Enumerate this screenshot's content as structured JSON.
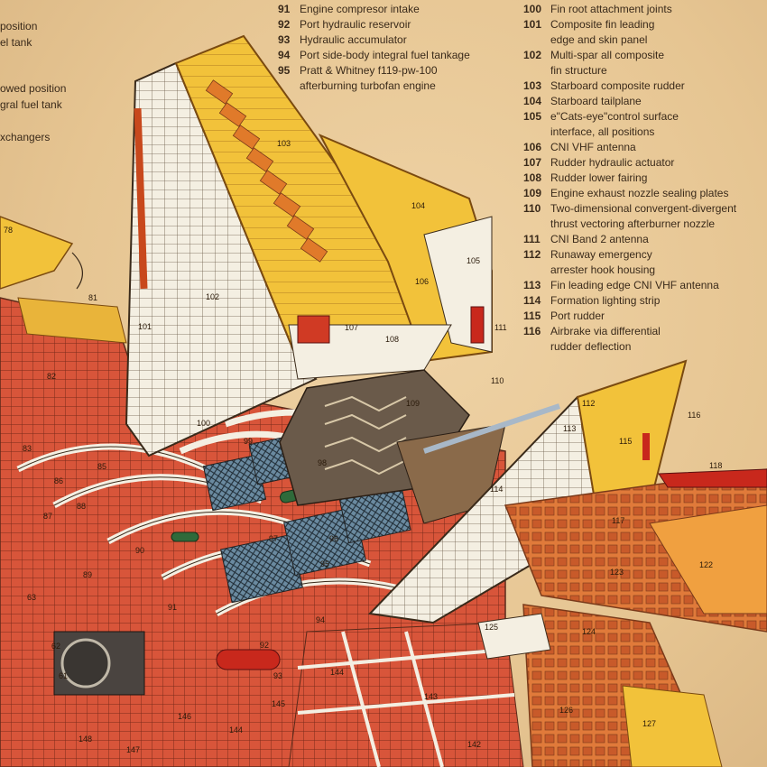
{
  "colors": {
    "paper": "#e8c89a",
    "fin_yellow": "#f2c23a",
    "fin_orange": "#e8a42a",
    "structure_red": "#c8482c",
    "frame_white": "#f4efe2",
    "engine_grey": "#5a5048",
    "ink": "#3a2a1a"
  },
  "left_fragments": [
    {
      "text": "position"
    },
    {
      "text": "el tank"
    },
    {
      "text": "owed position"
    },
    {
      "text": "gral fuel tank"
    },
    {
      "text": "xchangers"
    }
  ],
  "legend_mid": [
    {
      "num": "91",
      "lines": [
        "Engine compresor intake"
      ]
    },
    {
      "num": "92",
      "lines": [
        "Port hydraulic reservoir"
      ]
    },
    {
      "num": "93",
      "lines": [
        "Hydraulic accumulator"
      ]
    },
    {
      "num": "94",
      "lines": [
        "Port side-body integral fuel tankage"
      ]
    },
    {
      "num": "95",
      "lines": [
        "Pratt & Whitney f119-pw-100",
        "afterburning turbofan engine"
      ]
    }
  ],
  "legend_right": [
    {
      "num": "100",
      "lines": [
        "Fin root attachment joints"
      ]
    },
    {
      "num": "101",
      "lines": [
        "Composite fin leading",
        "edge and skin panel"
      ]
    },
    {
      "num": "102",
      "lines": [
        "Multi-spar all composite",
        "fin structure"
      ]
    },
    {
      "num": "103",
      "lines": [
        "Starboard composite rudder"
      ]
    },
    {
      "num": "104",
      "lines": [
        "Starboard tailplane"
      ]
    },
    {
      "num": "105",
      "lines": [
        "e\"Cats-eye\"control surface",
        "interface, all positions"
      ]
    },
    {
      "num": "106",
      "lines": [
        "CNI VHF antenna"
      ]
    },
    {
      "num": "107",
      "lines": [
        "Rudder hydraulic actuator"
      ]
    },
    {
      "num": "108",
      "lines": [
        "Rudder lower fairing"
      ]
    },
    {
      "num": "109",
      "lines": [
        "Engine exhaust nozzle sealing plates"
      ]
    },
    {
      "num": "110",
      "lines": [
        "Two-dimensional convergent-divergent",
        "thrust vectoring afterburner nozzle"
      ]
    },
    {
      "num": "111",
      "lines": [
        "CNI Band 2 antenna"
      ]
    },
    {
      "num": "112",
      "lines": [
        "Runaway emergency",
        "arrester hook housing"
      ]
    },
    {
      "num": "113",
      "lines": [
        "Fin leading edge CNI VHF antenna"
      ]
    },
    {
      "num": "114",
      "lines": [
        "Formation lighting strip"
      ]
    },
    {
      "num": "115",
      "lines": [
        "Port rudder"
      ]
    },
    {
      "num": "116",
      "lines": [
        "Airbrake via differential",
        "rudder deflection"
      ]
    }
  ],
  "callouts": [
    {
      "text": "78"
    },
    {
      "text": "81"
    },
    {
      "text": "82"
    },
    {
      "text": "83"
    },
    {
      "text": "85"
    },
    {
      "text": "86"
    },
    {
      "text": "87"
    },
    {
      "text": "88"
    },
    {
      "text": "89"
    },
    {
      "text": "90"
    },
    {
      "text": "91"
    },
    {
      "text": "92"
    },
    {
      "text": "93"
    },
    {
      "text": "94"
    },
    {
      "text": "95"
    },
    {
      "text": "96"
    },
    {
      "text": "97"
    },
    {
      "text": "98"
    },
    {
      "text": "99"
    },
    {
      "text": "100"
    },
    {
      "text": "101"
    },
    {
      "text": "102"
    },
    {
      "text": "103"
    },
    {
      "text": "104"
    },
    {
      "text": "105"
    },
    {
      "text": "106"
    },
    {
      "text": "107"
    },
    {
      "text": "108"
    },
    {
      "text": "109"
    },
    {
      "text": "110"
    },
    {
      "text": "111"
    },
    {
      "text": "112"
    },
    {
      "text": "113"
    },
    {
      "text": "114"
    },
    {
      "text": "115"
    },
    {
      "text": "116"
    },
    {
      "text": "117"
    },
    {
      "text": "118"
    },
    {
      "text": "122"
    },
    {
      "text": "123"
    },
    {
      "text": "124"
    },
    {
      "text": "125"
    },
    {
      "text": "126"
    },
    {
      "text": "127"
    },
    {
      "text": "142"
    },
    {
      "text": "143"
    },
    {
      "text": "144"
    },
    {
      "text": "144"
    },
    {
      "text": "145"
    },
    {
      "text": "146"
    },
    {
      "text": "147"
    },
    {
      "text": "148"
    },
    {
      "text": "61"
    },
    {
      "text": "62"
    },
    {
      "text": "63"
    }
  ]
}
